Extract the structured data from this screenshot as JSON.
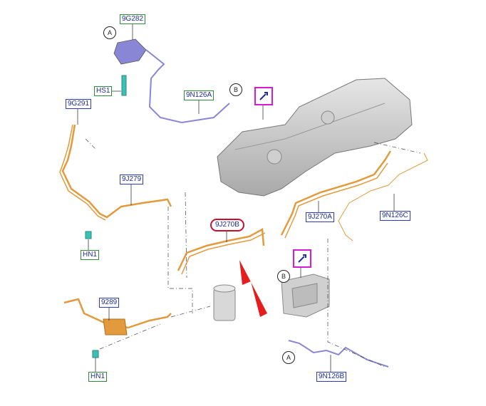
{
  "labels": {
    "p9G282": "9G282",
    "hs1": "HS1",
    "p9N126A": "9N126A",
    "p9G291": "9G291",
    "p9J279": "9J279",
    "hn1_top": "HN1",
    "p9J270B": "9J270B",
    "p9J270A": "9J270A",
    "p9N126C": "9N126C",
    "p9289": "9289",
    "hn1_bottom": "HN1",
    "p9N126B": "9N126B"
  },
  "callouts": {
    "a_top": "A",
    "b_top": "B",
    "b_mid": "B",
    "a_bottom": "A"
  },
  "icons": {
    "tool_top": "wrench-icon",
    "tool_mid": "wrench-icon",
    "arrow": "red-arrow-icon"
  },
  "colors": {
    "fuel_line": "#e39a3c",
    "vapor_line": "#8a86d6",
    "label_green": "#2e8b3a",
    "label_blue": "#2d3bbf",
    "highlight_red": "#c8102e",
    "tool_magenta": "#d61ad6",
    "tank_gray": "#c9c9c9",
    "fitting_teal": "#3bc1b4"
  }
}
